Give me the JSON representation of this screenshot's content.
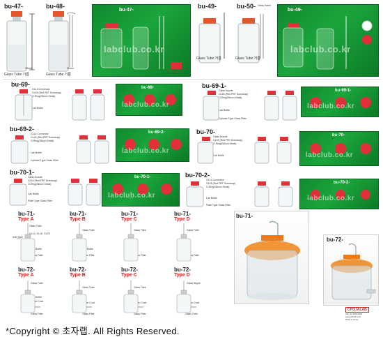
{
  "header": {
    "bu47": "bu-47-",
    "bu48": "bu-48-",
    "bu49": "bu-49-",
    "bu50": "bu-50-",
    "glass_hanle": "Glass Hanle",
    "glass_tube_left1": "Glass Tube 거름",
    "glass_tube_left2": "Glass Tube 거름",
    "glass_tube_right1": "Glass Tube 거름",
    "glass_tube_right2": "Glass Tube 거름",
    "size_28": "28mm",
    "size_29": "29mm",
    "photo1_label": "bu-47-",
    "photo2_label": "bu-49-",
    "watermark": "labclub.co.kr"
  },
  "sections": {
    "bu69": "bu-69-",
    "bu69_1": "bu-69-1-",
    "bu69_2": "bu-69-2-",
    "bu70": "bu-70-",
    "bu70_1": "bu-70-1-",
    "bu70_2": "bu-70-2-",
    "photo_bu69": "bu-69-",
    "photo_bu69_1": "bu-69-1-",
    "photo_bu69_2": "bu-69-2-",
    "photo_bu70": "bu-70-",
    "photo_bu70_1": "bu-70-1-",
    "photo_bu70_2": "bu-70-2-"
  },
  "callouts": {
    "gl14_connector": "GL14 Connector",
    "gl45_screwcap": "GL45 (Red PBT Screwcap)",
    "o_ring": "O-Ring(Silicon Seals)",
    "lab_bottle": "Lab Bottle",
    "cylinder_glass_filter": "Cylinder Type Glass Filter",
    "glass_nozzle": "Glass Nozzle",
    "plate_glass_filter": "Plate Type Glass Filter"
  },
  "types": {
    "bu71": "bu-71-",
    "bu72": "bu-72-",
    "type_a": "Type A",
    "type_b": "Type B",
    "type_c": "Type C",
    "type_d": "Type D",
    "glass_tube": "Glass Tube",
    "glass_filter": "Glass Filter",
    "lab_bottle": "Lab Bottle",
    "inlet_hole": "Inlet Hole",
    "gl_cap": "GL14, GL18, GL25",
    "glass_nipple": "Glass Nipple",
    "teflon_cock": "Teflon Cock",
    "glass_tube_2": "Glass Tube",
    "photo_bu71": "bu-71-",
    "photo_bu72": "bu-72-"
  },
  "footer": {
    "copyright": "*Copyright © 초자랩.     All Rights Reserved.",
    "logo": "CHOJALAB",
    "logo_sub1": "TEL. 02-0000-0000",
    "logo_sub2": "www.labclub.co.kr",
    "logo_sub3": "Made in Korea"
  },
  "colors": {
    "photo_green": "#14962f",
    "cap_red": "#e0303a",
    "type_red": "#d02020"
  }
}
